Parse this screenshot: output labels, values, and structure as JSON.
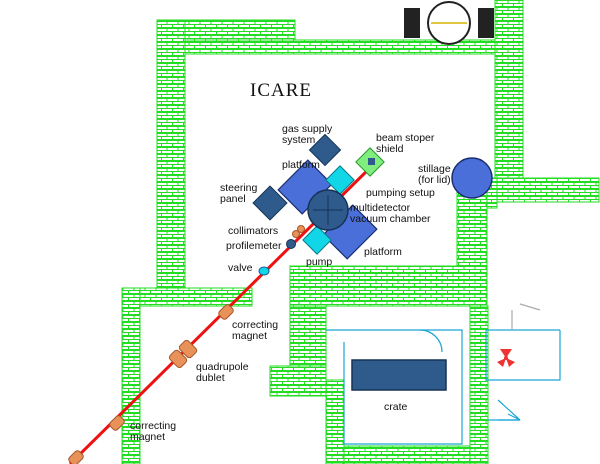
{
  "title": "ICARE",
  "labels": {
    "gas_supply": [
      "gas supply",
      "system"
    ],
    "beam_stopper": [
      "beam stoper",
      "shield"
    ],
    "platform_top": "platform",
    "stillage": [
      "stillage",
      "(for lid)"
    ],
    "steering": [
      "steering",
      "panel"
    ],
    "pumping_setup": "pumping setup",
    "multidetector": [
      "multidetector",
      "vacuum chamber"
    ],
    "collimators": "collimators",
    "profilemeter": "profilemeter",
    "platform_bottom": "platform",
    "pump": "pump",
    "valve": "valve",
    "correcting_magnet_1": [
      "correcting",
      "magnet"
    ],
    "quadrupole": [
      "quadrupole",
      "dublet"
    ],
    "correcting_magnet_2": [
      "correcting",
      "magnet"
    ],
    "crate": "crate"
  },
  "colors": {
    "wall": "#22dd22",
    "beam": "#ee1111",
    "equipment_dark": "#2e5a8c",
    "platform": "#4a6fd8",
    "cyan": "#11d6e8",
    "beam_element": "#e8925a",
    "interior_lines": "#1aa6d6"
  },
  "icons": [
    "fan-icon",
    "round-table-icon",
    "door-swing-icon"
  ]
}
